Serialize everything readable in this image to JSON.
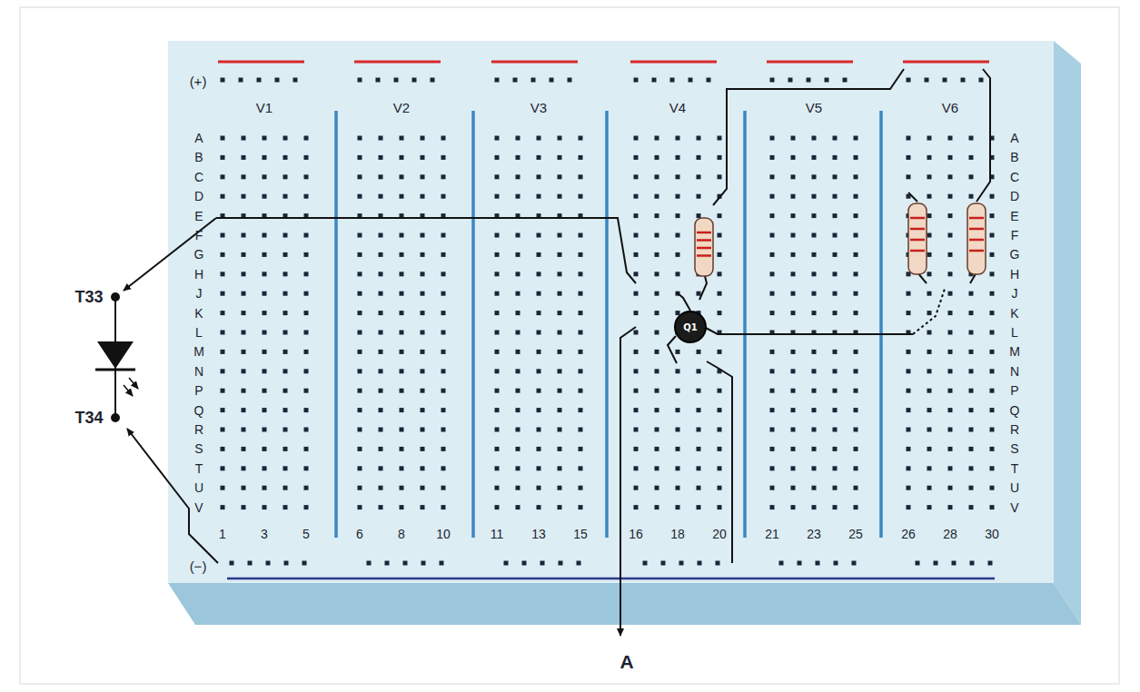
{
  "diagram": {
    "nodes": [
      {
        "text": [
          "Q1"
        ]
      }
    ],
    "labels": [
      "(+)",
      "V1",
      "V2",
      "V3",
      "V4",
      "V5",
      "V6",
      "A",
      "B",
      "C",
      "D",
      "E",
      "F",
      "G",
      "H",
      "J",
      "K",
      "L",
      "M",
      "N",
      "P",
      "Q",
      "R",
      "S",
      "T",
      "U",
      "V",
      "A",
      "B",
      "C",
      "D",
      "E",
      "F",
      "G",
      "H",
      "J",
      "K",
      "L",
      "M",
      "N",
      "P",
      "Q",
      "R",
      "S",
      "T",
      "U",
      "V",
      "1",
      "3",
      "5",
      "6",
      "8",
      "10",
      "11",
      "13",
      "15",
      "16",
      "18",
      "20",
      "21",
      "23",
      "25",
      "26",
      "28",
      "30",
      "(−)",
      "T33",
      "T34",
      "A"
    ]
  }
}
